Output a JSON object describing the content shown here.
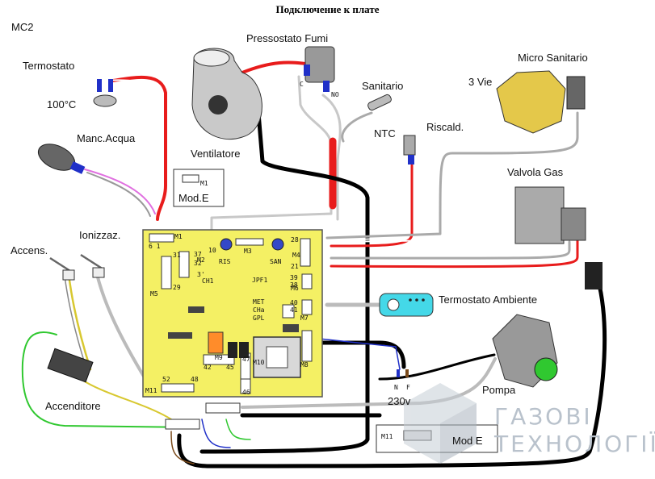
{
  "title": "Подключение к плате",
  "model": "MC2",
  "labels": {
    "termostato": "Termostato",
    "temp": "100°C",
    "manc_acqua": "Manc.Acqua",
    "pressostato": "Pressostato Fumi",
    "ventilatore": "Ventilatore",
    "sanitario": "Sanitario",
    "ntc": "NTC",
    "riscald": "Riscald.",
    "micro_sanitario": "Micro Sanitario",
    "tre_vie": "3 Vie",
    "valvola_gas": "Valvola Gas",
    "accens": "Accens.",
    "ionizzaz": "Ionizzaz.",
    "termostato_ambiente": "Termostato  Ambiente",
    "pompa": "Pompa",
    "accenditore": "Accenditore",
    "v230": "230v",
    "mod_e_top": "Mod.E",
    "mod_e_bottom": "Mod E",
    "pin_c": "C",
    "pin_no": "NO",
    "neutral": "N",
    "phase": "F"
  },
  "board": {
    "m1": "M1",
    "m1_nums": "6    1",
    "m1_top": "M1",
    "m2": "M2",
    "m3": "M3",
    "m4": "M4",
    "m5": "M5",
    "m6": "M6",
    "m7": "M7",
    "m8": "M8",
    "m9": "M9",
    "m10": "M10",
    "m11": "M11",
    "ris": "RIS",
    "san": "SAN",
    "jpf1": "JPF1",
    "ch1": "CH1",
    "met": "MET",
    "cha": "CHa",
    "gpl": "GPL",
    "n37": "37",
    "n32": "32",
    "n31": "31",
    "n29": "29",
    "n3": "3'",
    "n28": "28",
    "n21": "21",
    "n39": "39",
    "n38": "38",
    "n40": "40",
    "n41": "41",
    "n42": "42",
    "n45": "45",
    "n47": "47",
    "n46": "46",
    "n52": "52",
    "n48": "48",
    "n10": "10"
  },
  "watermark": {
    "line1": "ГАЗОВІ",
    "line2": "ТЕХНОЛОГІЇ"
  },
  "colors": {
    "board": "#f4f064",
    "wire_black": "#000000",
    "wire_red": "#e81c1c",
    "wire_grey": "#9a9a9a",
    "wire_pink": "#e070e0",
    "wire_blue": "#2030c8",
    "wire_yellow": "#d8c830",
    "wire_green": "#30c830",
    "thermostat_panel": "#44d8e8"
  }
}
